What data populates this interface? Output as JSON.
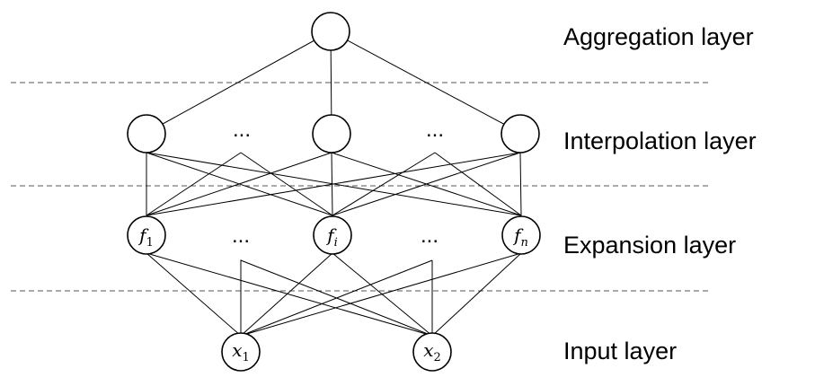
{
  "layers": {
    "aggregation": "Aggregation layer",
    "interpolation": "Interpolation layer",
    "expansion": "Expansion layer",
    "input": "Input layer"
  },
  "ellipsis": "...",
  "expansion_nodes": {
    "f1": {
      "base": "f",
      "sub": "1"
    },
    "fi": {
      "base": "f",
      "sub": "i"
    },
    "fn": {
      "base": "f",
      "sub": "n"
    }
  },
  "input_nodes": {
    "x1": {
      "base": "x",
      "sub": "1"
    },
    "x2": {
      "base": "x",
      "sub": "2"
    }
  }
}
